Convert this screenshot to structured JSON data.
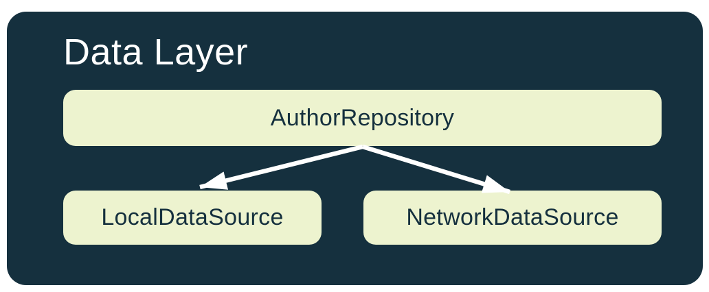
{
  "title": "Data Layer",
  "diagram": {
    "nodes": [
      {
        "id": "author-repository",
        "label": "AuthorRepository"
      },
      {
        "id": "local-data-source",
        "label": "LocalDataSource"
      },
      {
        "id": "network-data-source",
        "label": "NetworkDataSource"
      }
    ],
    "edges": [
      {
        "from": "AuthorRepository",
        "to": "LocalDataSource"
      },
      {
        "from": "AuthorRepository",
        "to": "NetworkDataSource"
      }
    ]
  },
  "colors": {
    "canvas_background": "#ffffff",
    "container_background": "#15303e",
    "node_background": "#edf3cf",
    "node_text": "#15303e",
    "title_text": "#ffffff",
    "arrow": "#ffffff"
  }
}
